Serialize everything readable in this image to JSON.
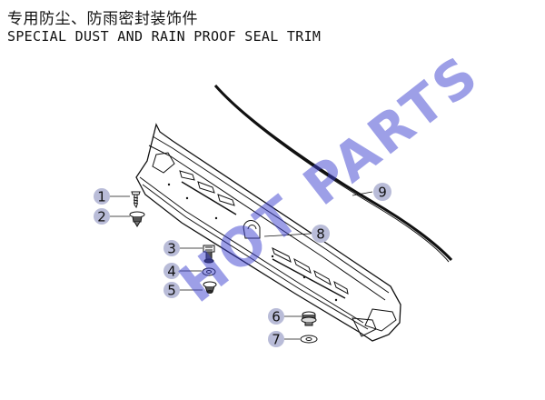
{
  "title": {
    "cn": "专用防尘、防雨密封装饰件",
    "en": "SPECIAL DUST AND RAIN PROOF SEAL TRIM"
  },
  "callouts": [
    {
      "num": "1",
      "part": "screw"
    },
    {
      "num": "2",
      "part": "clip"
    },
    {
      "num": "3",
      "part": "bolt"
    },
    {
      "num": "4",
      "part": "washer"
    },
    {
      "num": "5",
      "part": "clip"
    },
    {
      "num": "6",
      "part": "nut-clip"
    },
    {
      "num": "7",
      "part": "washer"
    },
    {
      "num": "8",
      "part": "cowl-panel"
    },
    {
      "num": "9",
      "part": "seal-strip"
    }
  ],
  "watermark": {
    "text": "HOT PARTS",
    "color": "#3b3fd0"
  },
  "colors": {
    "callout_circle": "#b9bcd8",
    "line_art": "#111111"
  }
}
